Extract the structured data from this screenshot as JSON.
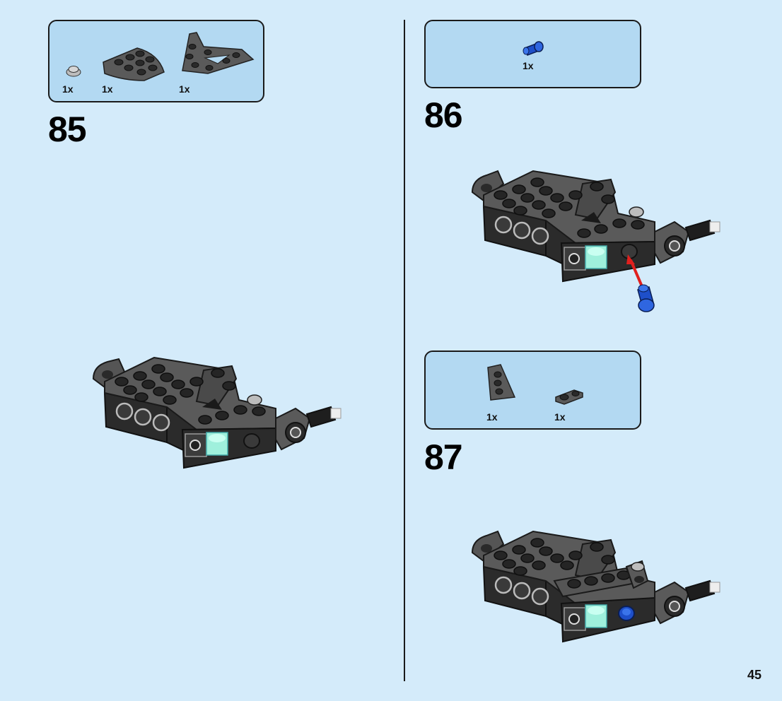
{
  "page_number": "45",
  "steps": [
    {
      "number": "85",
      "parts": [
        {
          "qty": "1x"
        },
        {
          "qty": "1x"
        },
        {
          "qty": "1x"
        }
      ]
    },
    {
      "number": "86",
      "parts": [
        {
          "qty": "1x"
        }
      ]
    },
    {
      "number": "87",
      "parts": [
        {
          "qty": "1x"
        },
        {
          "qty": "1x"
        }
      ]
    }
  ],
  "colors": {
    "background": "#d4ebfa",
    "parts_box": "#b3d9f2",
    "dark_gray": "#5a5a5a",
    "black": "#1e1e1e",
    "blue": "#1e4fc9",
    "trans_green": "#7fe0cc",
    "arrow_red": "#e0201e"
  }
}
